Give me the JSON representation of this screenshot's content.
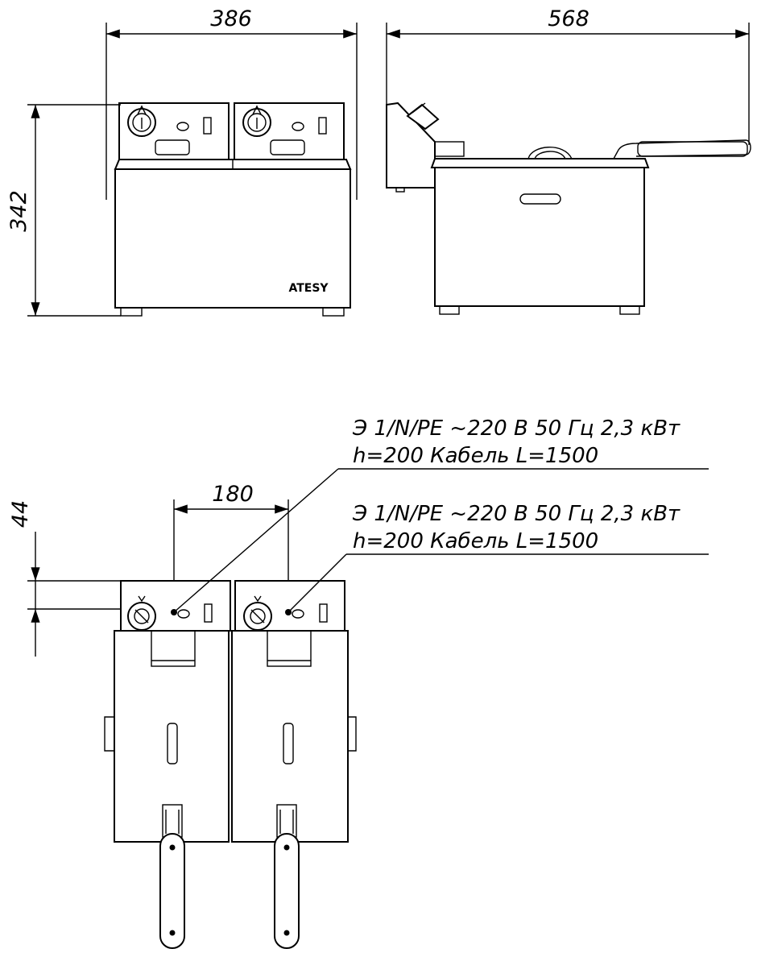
{
  "dimensions": {
    "front_width": "386",
    "side_depth": "568",
    "height": "342",
    "knob_spacing": "180",
    "top_offset": "44"
  },
  "brand": "ATESY",
  "notes": [
    {
      "line1": "Э 1/N/PE ~220 В 50 Гц 2,3 кВт",
      "line2": "h=200 Кабель L=1500"
    },
    {
      "line1": "Э 1/N/PE ~220 В 50 Гц 2,3 кВт",
      "line2": "h=200 Кабель L=1500"
    }
  ]
}
